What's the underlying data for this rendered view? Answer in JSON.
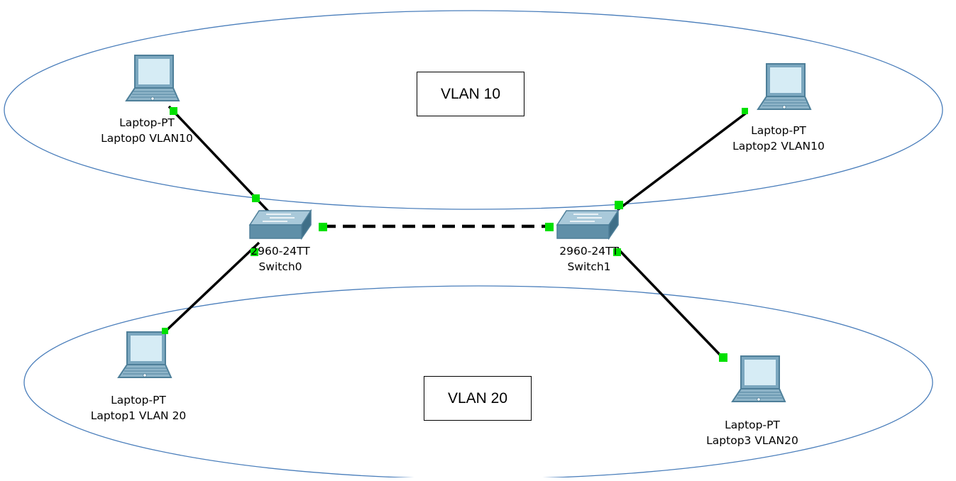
{
  "colors": {
    "ellipse_stroke": "#4a7ebb",
    "link": "#000000",
    "port": "#00e000",
    "device_body": "#7ba7bf",
    "device_screen": "#d6ecf5"
  },
  "vlan_labels": {
    "vlan10": "VLAN 10",
    "vlan20": "VLAN 20"
  },
  "devices": {
    "laptop0": {
      "model": "Laptop-PT",
      "name": "Laptop0 VLAN10",
      "icon": "laptop-icon"
    },
    "laptop1": {
      "model": "Laptop-PT",
      "name": "Laptop1 VLAN 20",
      "icon": "laptop-icon"
    },
    "laptop2": {
      "model": "Laptop-PT",
      "name": "Laptop2 VLAN10",
      "icon": "laptop-icon"
    },
    "laptop3": {
      "model": "Laptop-PT",
      "name": "Laptop3 VLAN20",
      "icon": "laptop-icon"
    },
    "switch0": {
      "model": "2960-24TT",
      "name": "Switch0",
      "icon": "switch-icon"
    },
    "switch1": {
      "model": "2960-24TT",
      "name": "Switch1",
      "icon": "switch-icon"
    }
  },
  "links": [
    {
      "from": "laptop0",
      "to": "switch0",
      "style": "solid"
    },
    {
      "from": "laptop1",
      "to": "switch0",
      "style": "solid"
    },
    {
      "from": "switch0",
      "to": "switch1",
      "style": "dashed"
    },
    {
      "from": "laptop2",
      "to": "switch1",
      "style": "solid"
    },
    {
      "from": "laptop3",
      "to": "switch1",
      "style": "solid"
    }
  ]
}
